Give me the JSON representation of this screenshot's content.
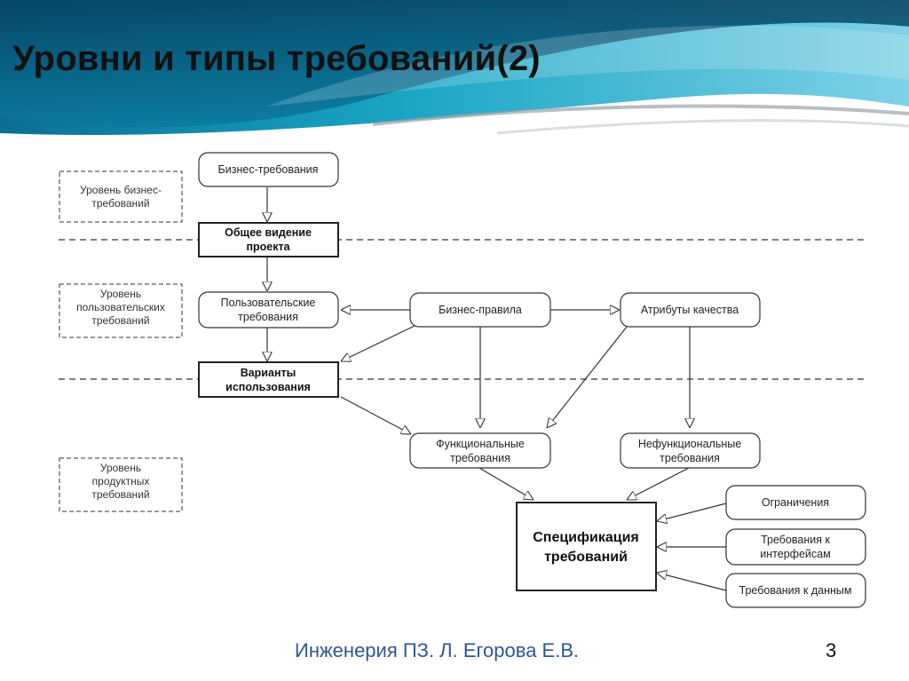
{
  "slide": {
    "title": "Уровни и типы требований(2)",
    "footer": "Инженерия ПЗ. Л. Егорова Е.В.",
    "page_number": "3"
  },
  "diagram": {
    "levels": [
      {
        "lines": [
          "Уровень бизнес-",
          "требований"
        ]
      },
      {
        "lines": [
          "Уровень",
          "пользовательских",
          "требований"
        ]
      },
      {
        "lines": [
          "Уровень",
          "продуктных",
          "требований"
        ]
      }
    ],
    "nodes": {
      "business_req": {
        "lines": [
          "Бизнес-требования"
        ]
      },
      "vision": {
        "lines": [
          "Общее видение",
          "проекта"
        ]
      },
      "user_req": {
        "lines": [
          "Пользовательские",
          "требования"
        ]
      },
      "business_rules": {
        "lines": [
          "Бизнес-правила"
        ]
      },
      "quality_attr": {
        "lines": [
          "Атрибуты качества"
        ]
      },
      "use_cases": {
        "lines": [
          "Варианты",
          "использования"
        ]
      },
      "functional": {
        "lines": [
          "Функциональные",
          "требования"
        ]
      },
      "nonfunctional": {
        "lines": [
          "Нефункциональные",
          "требования"
        ]
      },
      "constraints": {
        "lines": [
          "Ограничения"
        ]
      },
      "interface_req": {
        "lines": [
          "Требования к",
          "интерфейсам"
        ]
      },
      "data_req": {
        "lines": [
          "Требования к данным"
        ]
      },
      "spec": {
        "lines": [
          "Спецификация",
          "требований"
        ]
      }
    }
  }
}
